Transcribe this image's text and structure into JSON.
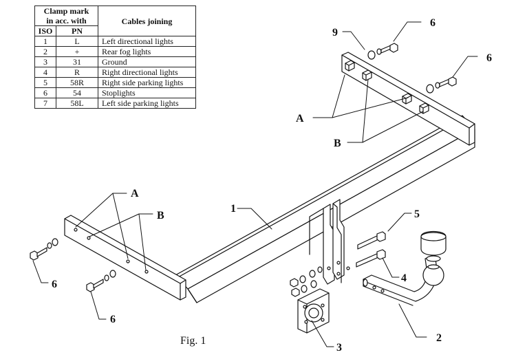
{
  "table": {
    "header_left": "Clamp mark in acc. with",
    "header_left_l1": "Clamp mark",
    "header_left_l2": "in acc. with",
    "col_iso": "ISO",
    "col_pn": "PN",
    "header_right": "Cables joining",
    "rows": [
      {
        "iso": "1",
        "pn": "L",
        "desc": "Left directional lights"
      },
      {
        "iso": "2",
        "pn": "+",
        "desc": "Rear fog lights"
      },
      {
        "iso": "3",
        "pn": "31",
        "desc": "Ground"
      },
      {
        "iso": "4",
        "pn": "R",
        "desc": "Right directional lights"
      },
      {
        "iso": "5",
        "pn": "58R",
        "desc": "Right side parking lights"
      },
      {
        "iso": "6",
        "pn": "54",
        "desc": "Stoplights"
      },
      {
        "iso": "7",
        "pn": "58L",
        "desc": "Left side parking lights"
      }
    ]
  },
  "labels": {
    "p1": "1",
    "p2": "2",
    "p3": "3",
    "p4": "4",
    "p5": "5",
    "p6a": "6",
    "p6b": "6",
    "p6c": "6",
    "p6d": "6",
    "p9": "9",
    "a_right": "A",
    "b_right": "B",
    "a_left": "A",
    "b_left": "B"
  },
  "caption": "Fig. 1"
}
